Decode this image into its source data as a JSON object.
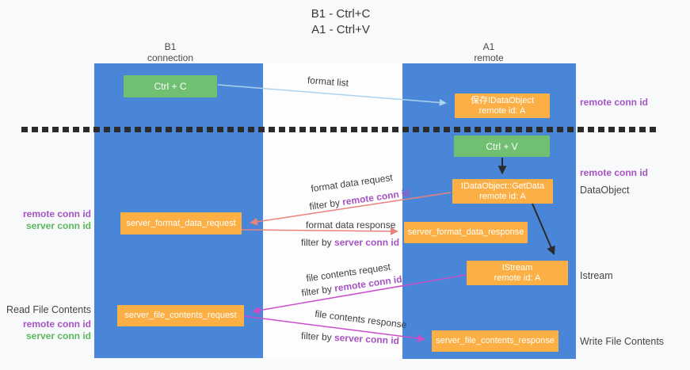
{
  "title": {
    "line1": "B1 - Ctrl+C",
    "line2": "A1 - Ctrl+V"
  },
  "columns": {
    "left": {
      "name": "B1",
      "subtitle": "connection"
    },
    "right": {
      "name": "A1",
      "subtitle": "remote"
    }
  },
  "boxes": {
    "ctrl_c": "Ctrl + C",
    "ctrl_v": "Ctrl + V",
    "save_dataobject_line1": "保存IDataObject",
    "save_dataobject_line2": "remote id: A",
    "getdata_line1": "IDataObject::GetData",
    "getdata_line2": "remote id: A",
    "istream_line1": "IStream",
    "istream_line2": "remote id: A",
    "format_request": "server_format_data_request",
    "format_response": "server_format_data_response",
    "file_request": "server_file_contents_request",
    "file_response": "server_file_contents_response"
  },
  "arrow_labels": {
    "format_list": "format list",
    "format_data_request": "format data request",
    "format_data_request_filter_prefix": "filter by ",
    "format_data_request_filter_key": "remote conn id",
    "format_data_response": "format data response",
    "format_data_response_filter_prefix": "filter by ",
    "format_data_response_filter_key": "server conn id",
    "file_contents_request": "file contents request",
    "file_contents_request_filter_prefix": "filter by ",
    "file_contents_request_filter_key": "remote conn id",
    "file_contents_response": "file contents response",
    "file_contents_response_filter_prefix": "filter by ",
    "file_contents_response_filter_key": "server conn id"
  },
  "side_labels": {
    "right_remote_conn_id_top": "remote conn id",
    "right_remote_conn_id_mid": "remote conn id",
    "dataobject": "DataObject",
    "istream": "Istream",
    "write_file_contents": "Write File Contents",
    "left_remote_conn_id_top": "remote conn id",
    "left_server_conn_id_top": "server conn id",
    "read_file_contents": "Read File Contents",
    "left_remote_conn_id_bottom": "remote conn id",
    "left_server_conn_id_bottom": "server conn id"
  },
  "colors": {
    "column_blue": "#4a86d8",
    "box_green": "#71bf70",
    "box_orange": "#fbaf45",
    "arrow_black": "#2b2b2b",
    "arrow_salmon": "#e8827c",
    "arrow_magenta": "#c94fc9",
    "arrow_lightblue": "#a9d2ee",
    "text_purple": "#a653c2",
    "text_green": "#5cb85c",
    "background": "#f8f9fa"
  }
}
